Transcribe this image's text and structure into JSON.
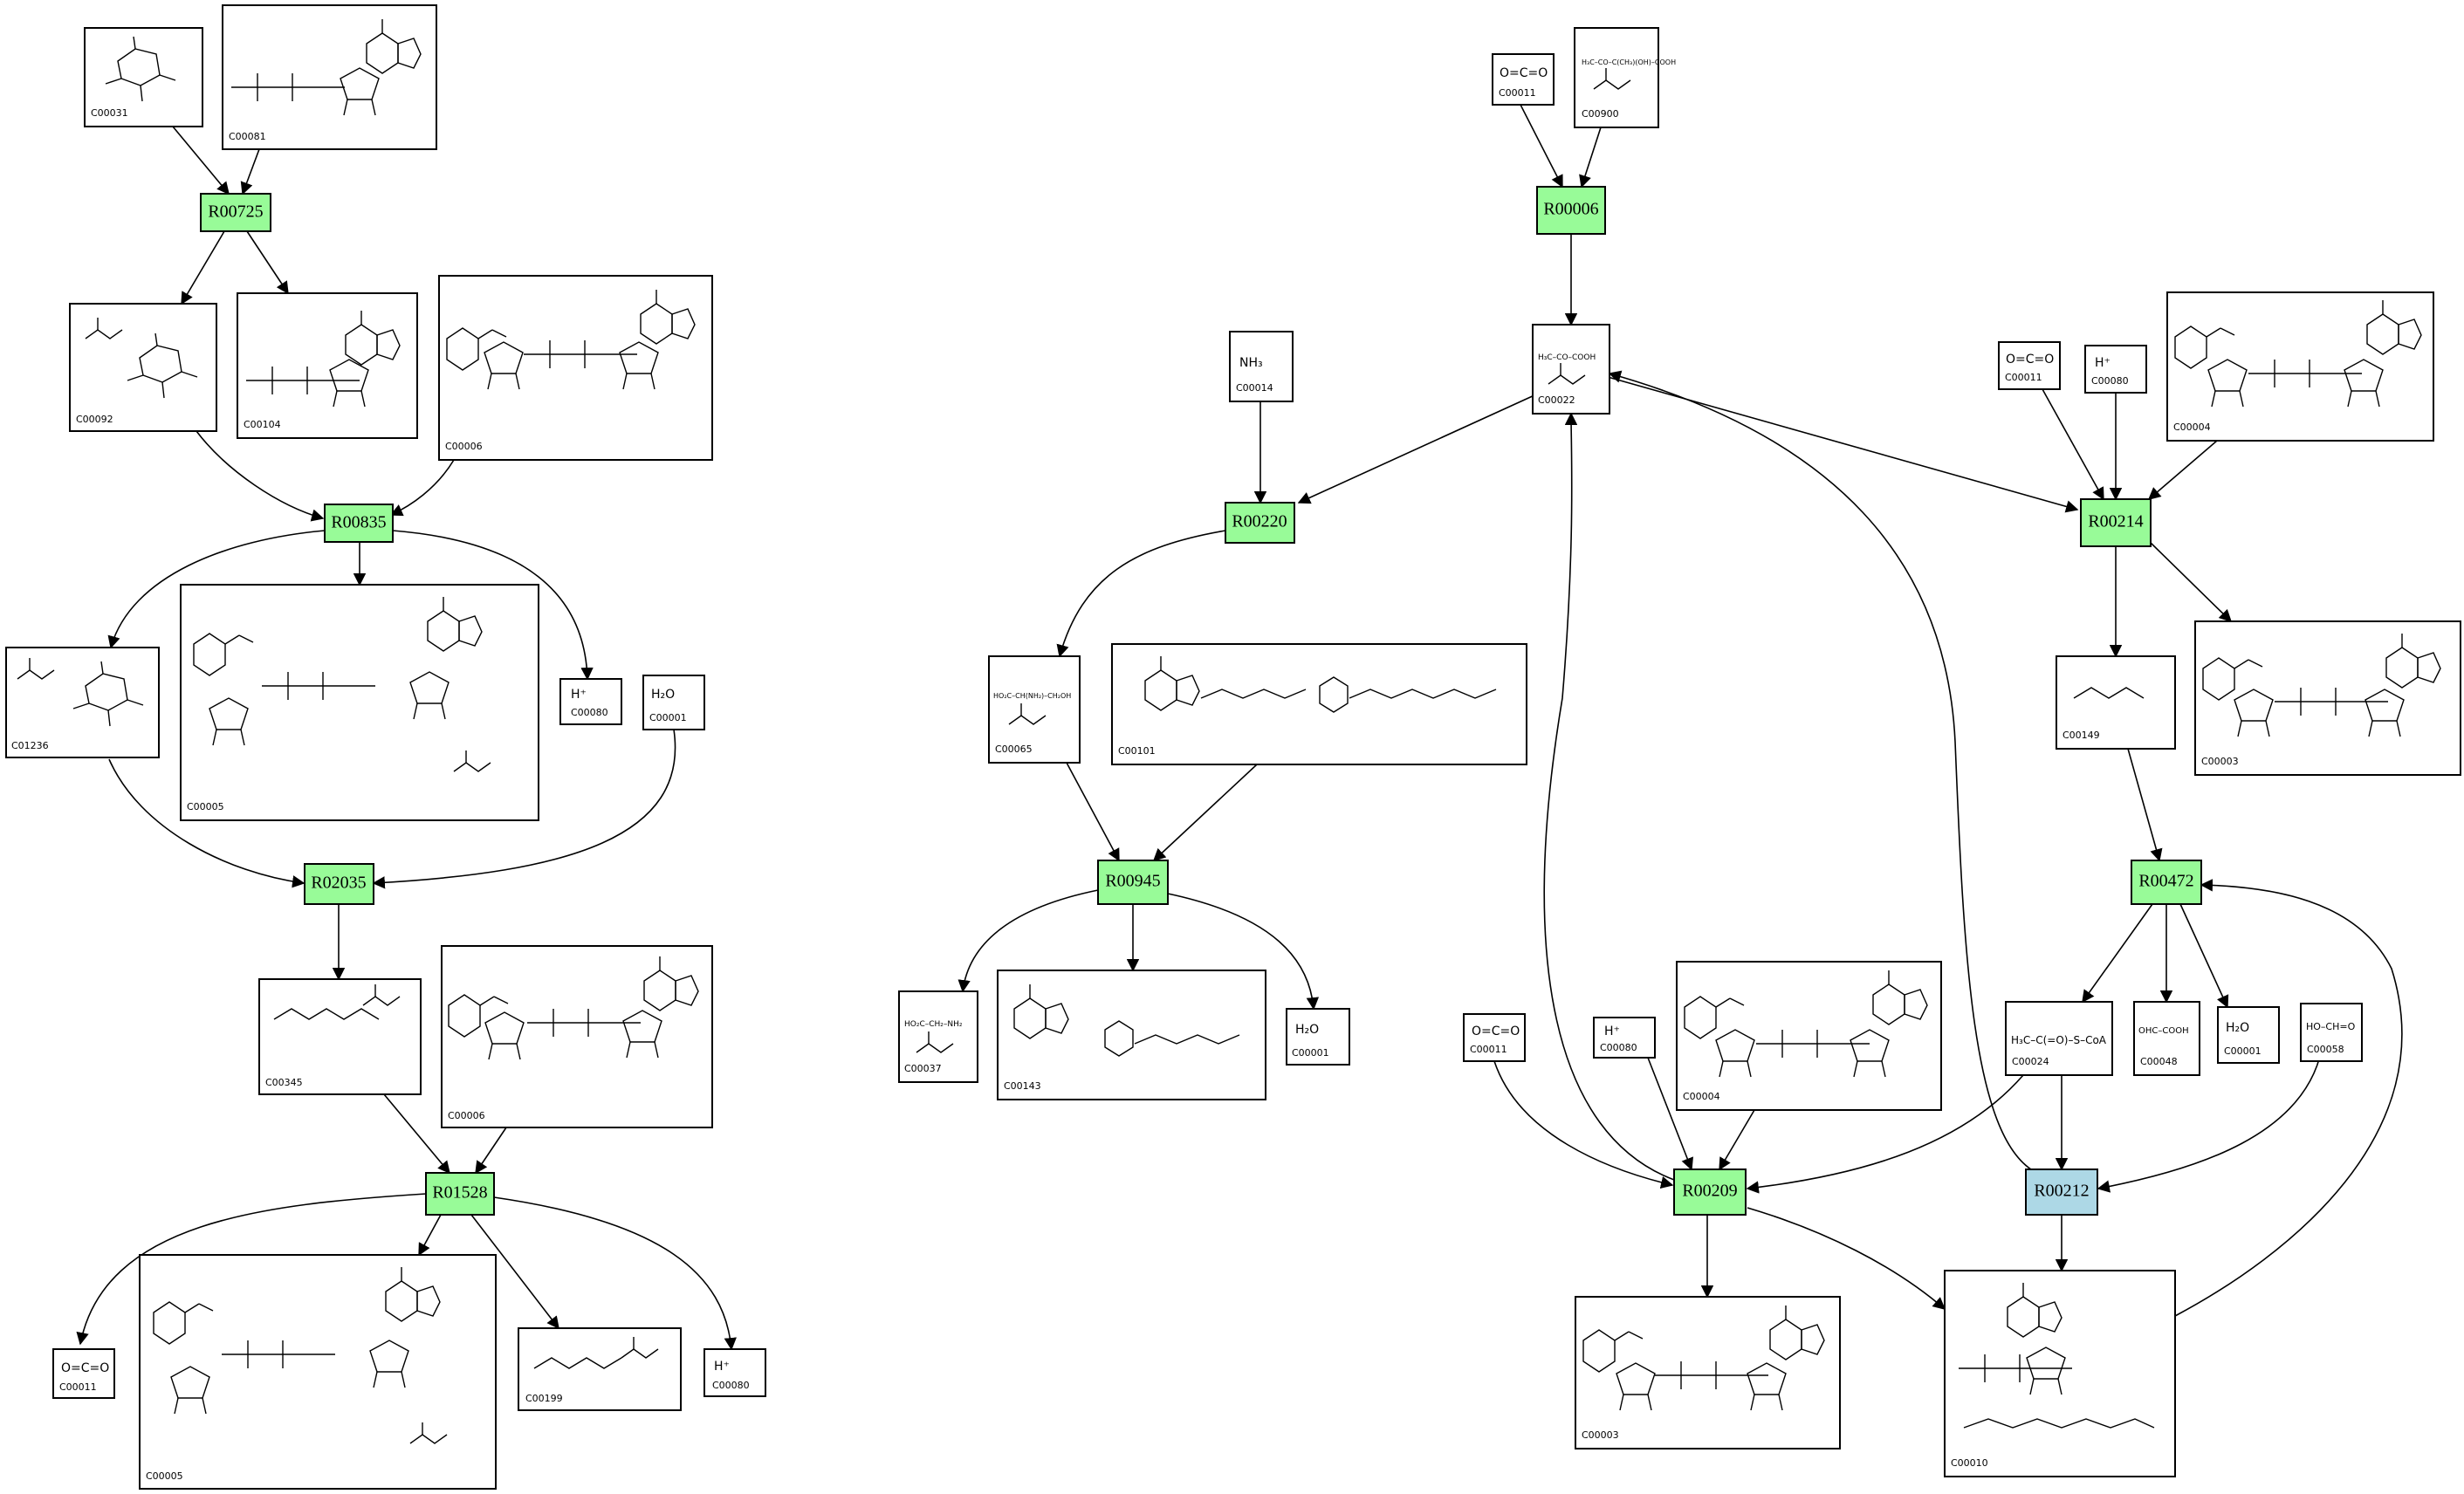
{
  "colors": {
    "reaction_default": "#98fb98",
    "reaction_highlight": "#add8e6",
    "edge": "#000000"
  },
  "reactions": {
    "R00725": "R00725",
    "R00835": "R00835",
    "R02035": "R02035",
    "R01528": "R01528",
    "R00006": "R00006",
    "R00220": "R00220",
    "R00945": "R00945",
    "R00214": "R00214",
    "R00472": "R00472",
    "R00209": "R00209",
    "R00212": "R00212"
  },
  "compounds": {
    "C00031": "C00031",
    "C00081": "C00081",
    "C00092": "C00092",
    "C00104": "C00104",
    "C00006a": "C00006",
    "C01236": "C01236",
    "C00005a": "C00005",
    "C00080a": "C00080",
    "C00001a": "C00001",
    "C00345": "C00345",
    "C00006b": "C00006",
    "C00011a": "C00011",
    "C00005b": "C00005",
    "C00199": "C00199",
    "C00080b": "C00080",
    "C00011b": "C00011",
    "C00900": "C00900",
    "C00014": "C00014",
    "C00022": "C00022",
    "C00065": "C00065",
    "C00101": "C00101",
    "C00037": "C00037",
    "C00143": "C00143",
    "C00001b": "C00001",
    "C00011c": "C00011",
    "C00080c": "C00080",
    "C00004a": "C00004",
    "C00149": "C00149",
    "C00003a": "C00003",
    "C00024": "C00024",
    "C00048": "C00048",
    "C00001c": "C00001",
    "C00058": "C00058",
    "C00011d": "C00011",
    "C00080d": "C00080",
    "C00004b": "C00004",
    "C00003b": "C00003",
    "C00010": "C00010"
  },
  "formulas": {
    "hplus": "H⁺",
    "water": "H₂O",
    "ammonia": "NH₃",
    "co2": "O=C=O",
    "acetyl_coa": "H₃C–C(=O)–S–CoA",
    "formate": "HO–CH=O",
    "glyoxylate": "OHC–COOH",
    "glycine": "HO₂C–CH₂–NH₂",
    "serine": "HO₂C–CH(NH₂)–CH₂OH",
    "pyruvate": "H₃C–CO–COOH",
    "acetolactate": "H₃C–CO–C(CH₃)(OH)–COOH"
  }
}
